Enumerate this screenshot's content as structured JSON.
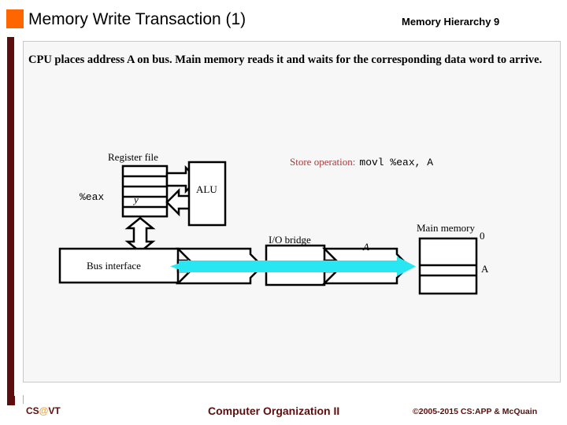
{
  "header": {
    "title": "Memory Write Transaction (1)",
    "right_label": "Memory Hierarchy  9",
    "accent_color": "#FF6600"
  },
  "body": {
    "text": "CPU places address A on bus. Main memory reads it and waits for the corresponding data word to arrive."
  },
  "diagram": {
    "register_file_label": "Register file",
    "eax_label": "%eax",
    "register_value": "y",
    "alu_label": "ALU",
    "bus_interface_label": "Bus interface",
    "io_bridge_label": "I/O bridge",
    "bus_address_label": "A",
    "main_memory_label": "Main memory",
    "memory_addr_zero": "0",
    "memory_addr_a": "A",
    "store_operation_prefix": "Store operation:",
    "store_operation_instruction": "movl %eax, A",
    "store_operation_color": "#A33B3B",
    "highlight_color": "#28E7F2",
    "line_color": "#000000"
  },
  "footer": {
    "left_pre": "CS",
    "left_at": "@",
    "left_post": "VT",
    "center": "Computer Organization II",
    "right": "©2005-2015 CS:APP & McQuain",
    "color": "#5C0E0E"
  }
}
